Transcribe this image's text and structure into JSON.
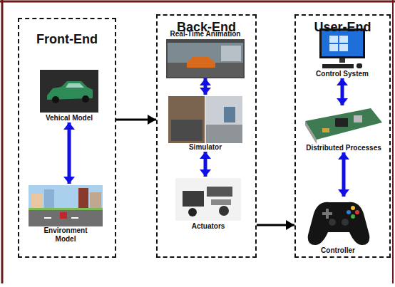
{
  "diagram": {
    "nodes": [
      {
        "text": [
          "Front-End"
        ]
      },
      {
        "text": [
          "Vehical Model"
        ],
        "in": 0
      },
      {
        "text": [
          "Environment Model"
        ],
        "in": 0
      },
      {
        "text": [
          "Back-End"
        ]
      },
      {
        "text": [
          "Real-Time Animation"
        ],
        "in": 3
      },
      {
        "text": [
          "Simulator"
        ],
        "in": 3
      },
      {
        "text": [
          "Actuators"
        ],
        "in": 3
      },
      {
        "text": [
          "User-End"
        ]
      },
      {
        "text": [
          "Control System"
        ],
        "in": 7
      },
      {
        "text": [
          "Distributed Processes"
        ],
        "in": 7
      },
      {
        "text": [
          "Controller"
        ],
        "in": 7
      }
    ],
    "edges": [
      {
        "from": 1,
        "to": 2,
        "arrow": "both"
      },
      {
        "from": 4,
        "to": 5,
        "arrow": "both"
      },
      {
        "from": 5,
        "to": 6,
        "arrow": "both"
      },
      {
        "from": 8,
        "to": 9,
        "arrow": "both"
      },
      {
        "from": 9,
        "to": 10,
        "arrow": "both"
      },
      {
        "from": 0,
        "to": 3,
        "arrow": "to"
      },
      {
        "from": 3,
        "to": 7,
        "arrow": "to"
      }
    ]
  }
}
